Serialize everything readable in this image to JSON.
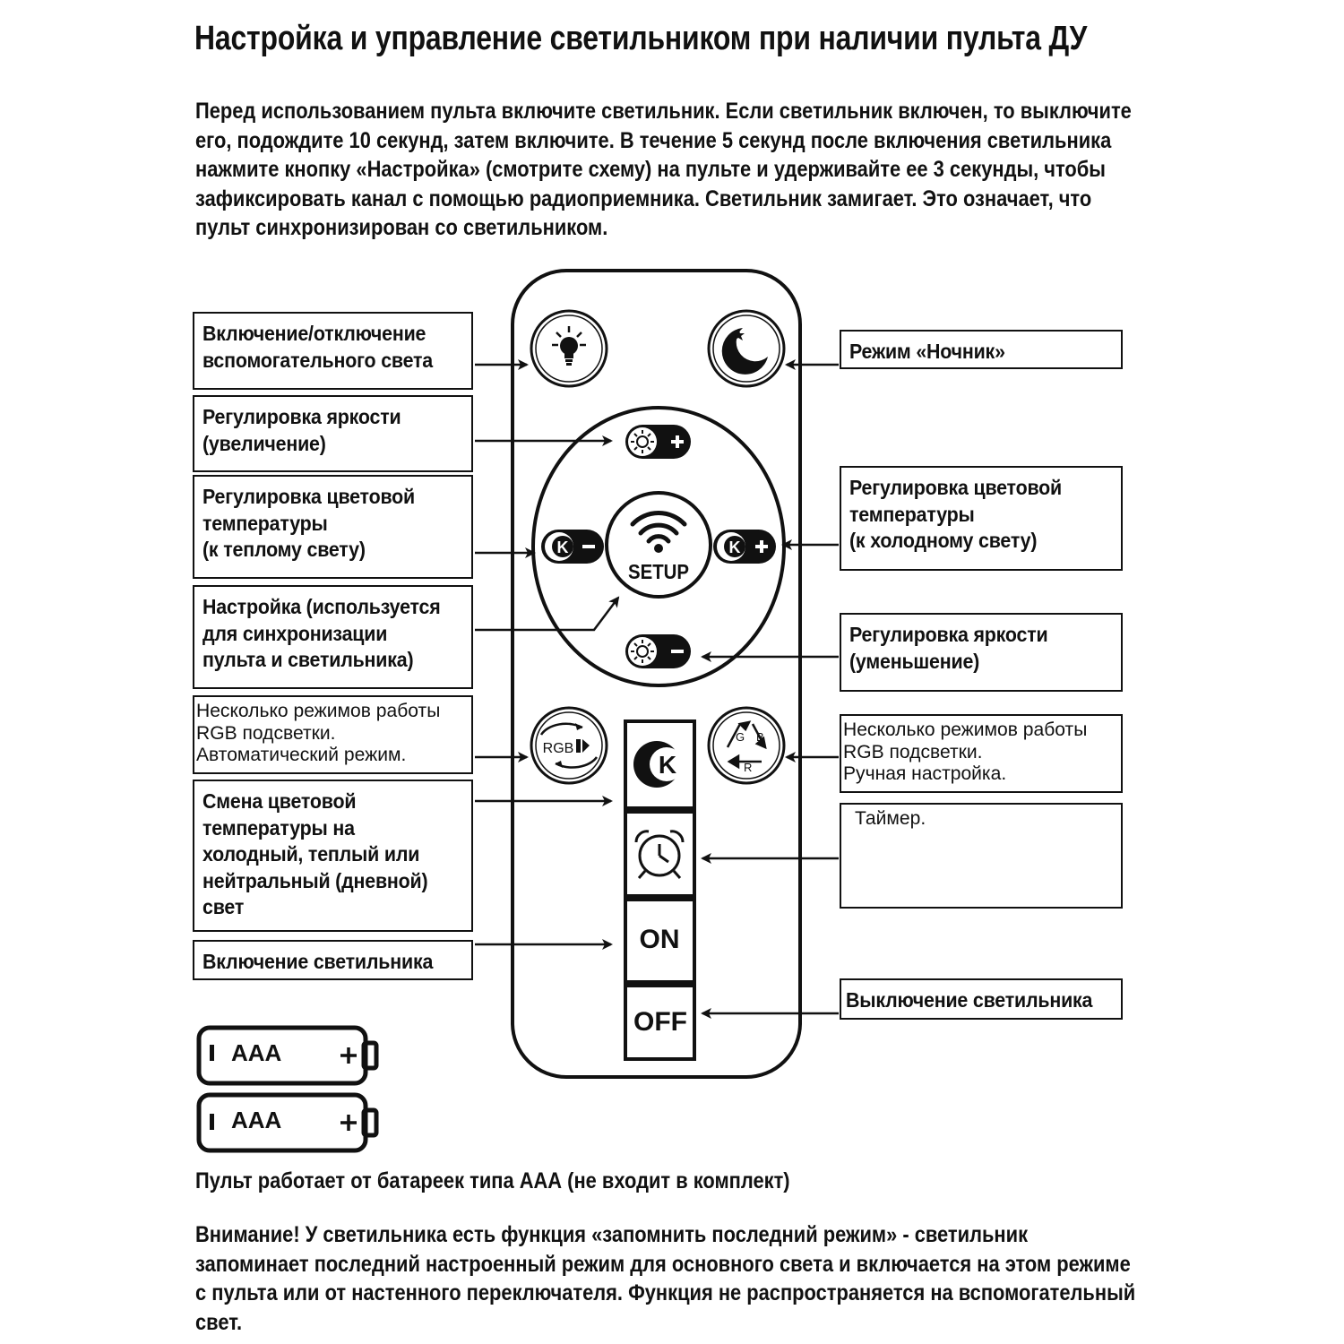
{
  "title": "Настройка и управление светильником при наличии пульта ДУ",
  "intro": "Перед использованием пульта включите светильник. Если светильник включен, то выключите его, подождите 10 секунд, затем включите. В течение 5 секунд после включения светильника нажмите кнопку «Настройка» (смотрите схему) на пульте и удерживайте ее 3 секунды, чтобы зафиксировать канал с помощью радиоприемника. Светильник замигает. Это означает, что пульт синхронизирован со светильником.",
  "labels": {
    "aux_light": "Включение/отключение\nвспомогательного света",
    "brightness_up": "Регулировка яркости\n(увеличение)",
    "temp_warm": "Регулировка цветовой\nтемпературы\n(к теплому свету)",
    "setup": "Настройка (используется\nдля синхронизации\nпульта и светильника)",
    "rgb_auto": "Несколько режимов работы\nRGB подсветки.\nАвтоматический режим.",
    "temp_switch": "Смена цветовой\nтемпературы на\nхолодный, теплый или\nнейтральный (дневной)\nсвет",
    "power_on": "Включение светильника",
    "night_mode": "Режим «Ночник»",
    "temp_cold": "Регулировка цветовой\nтемпературы\n(к холодному свету)",
    "brightness_down": "Регулировка яркости\n(уменьшение)",
    "rgb_manual": "Несколько режимов работы\nRGB подсветки.\nРучная настройка.",
    "timer": "Таймер.",
    "power_off": "Выключение светильника"
  },
  "remote": {
    "setup_label": "SETUP",
    "on_label": "ON",
    "off_label": "OFF",
    "k_label": "K",
    "rgb_label": "RGB",
    "rgb_letters": [
      "G",
      "B",
      "R"
    ]
  },
  "batteries": [
    {
      "label": "AAA"
    },
    {
      "label": "AAA"
    }
  ],
  "footer_battery": "Пульт работает от батареек типа ААА (не входит в комплект)",
  "footer_note": "Внимание! У светильника есть функция «запомнить последний режим» - светильник запоминает последний настроенный режим для основного света и включается на этом режиме с пульта или от настенного переключателя. Функция не распространяется на вспомогательный свет."
}
